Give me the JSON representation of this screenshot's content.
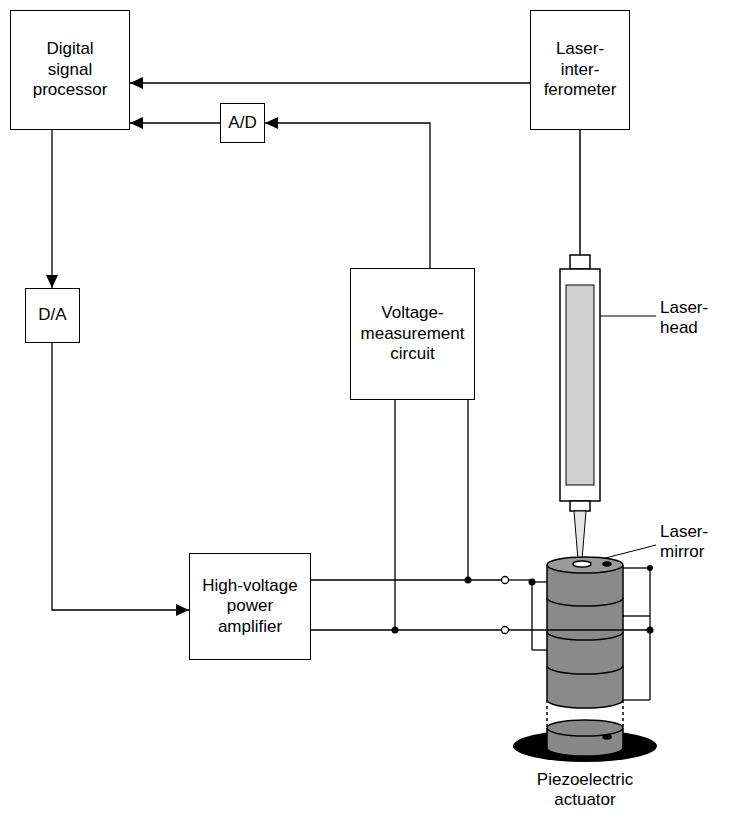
{
  "diagram": {
    "nodes": [
      {
        "text": [
          "Digital signal processor"
        ]
      },
      {
        "text": [
          "Laser- inter- ferometer"
        ]
      },
      {
        "text": [
          "A/D"
        ]
      },
      {
        "text": [
          "D/A"
        ]
      },
      {
        "text": [
          "Voltage- measurement circuit"
        ]
      },
      {
        "text": [
          "High-voltage power amplifier"
        ]
      }
    ],
    "edges": [
      {
        "from": 1,
        "to": 0,
        "arrow": "to"
      },
      {
        "from": 2,
        "to": 0,
        "arrow": "to"
      },
      {
        "from": 4,
        "to": 2,
        "arrow": "to"
      },
      {
        "from": 0,
        "to": 3,
        "arrow": "to"
      },
      {
        "from": 3,
        "to": 5,
        "arrow": "to"
      },
      {
        "from": 5,
        "to": 4,
        "arrow": "none"
      },
      {
        "from": 5,
        "to": 4,
        "arrow": "none"
      }
    ],
    "labels": [
      "Laser- head",
      "Laser- mirror",
      "Piezoelectric actuator"
    ]
  }
}
